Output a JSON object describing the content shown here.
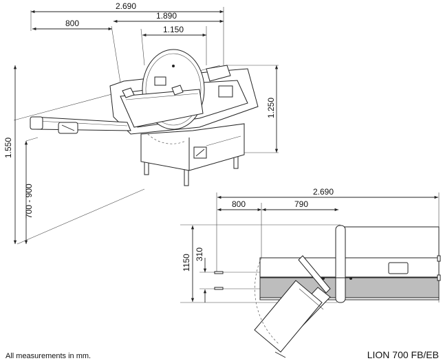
{
  "dimensions_top": {
    "overall_width": "2.690",
    "table_width": "1.890",
    "arm_length": "800",
    "blade_width": "1.150",
    "height_total": "1.550",
    "height_machine": "1.250",
    "table_height": "700 - 900"
  },
  "dimensions_plan": {
    "overall_width": "2.690",
    "arm_length": "800",
    "offset": "790",
    "depth": "1150",
    "arm_offset": "310"
  },
  "footer": {
    "note": "All measurements in mm.",
    "model": "LION 700 FB/EB"
  }
}
